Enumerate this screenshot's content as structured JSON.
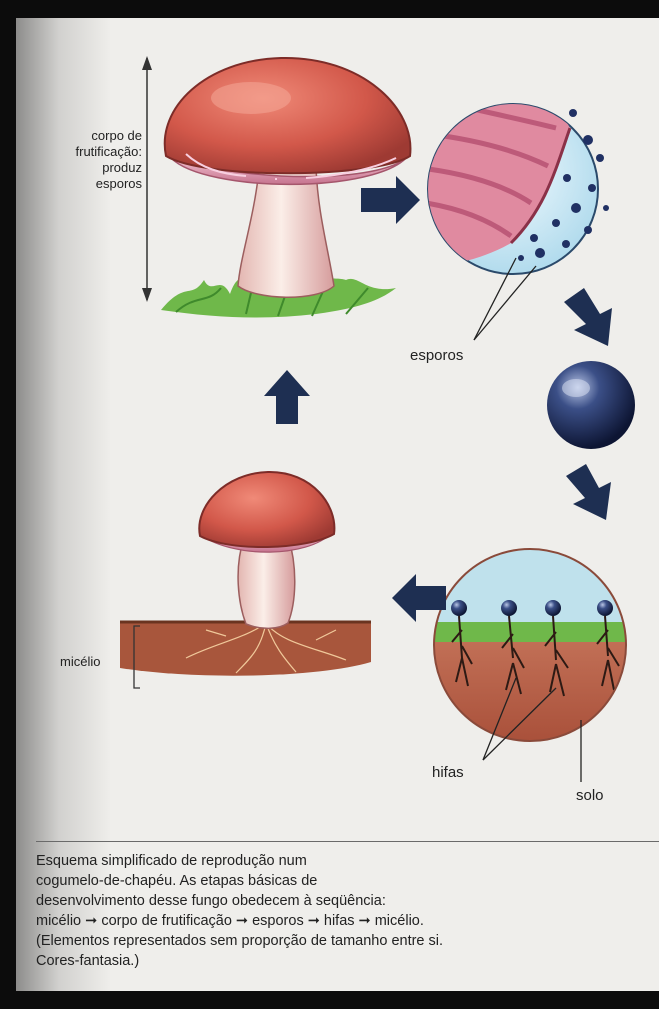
{
  "labels": {
    "fruiting_body": [
      "corpo de",
      "frutificação:",
      "produz",
      "esporos"
    ],
    "spores": "esporos",
    "mycelium": "micélio",
    "hyphae": "hifas",
    "soil": "solo"
  },
  "caption": [
    "Esquema simplificado de reprodução num",
    "cogumelo-de-chapéu. As etapas básicas de",
    "desenvolvimento desse fungo obedecem à seqüência:",
    "micélio ➞ corpo de frutificação ➞ esporos ➞ hifas ➞ micélio.",
    "(Elementos representados sem proporção de tamanho entre si.",
    "Cores-fantasia.)"
  ],
  "colors": {
    "cap_red": "#d2584a",
    "gill_pink": "#e9a3b8",
    "stem_cream": "#f1dcd3",
    "arrow_navy": "#1e2f52",
    "grass_green": "#6fb84a",
    "soil_brown": "#b86a4a",
    "sky_blue": "#bfe1ec"
  }
}
